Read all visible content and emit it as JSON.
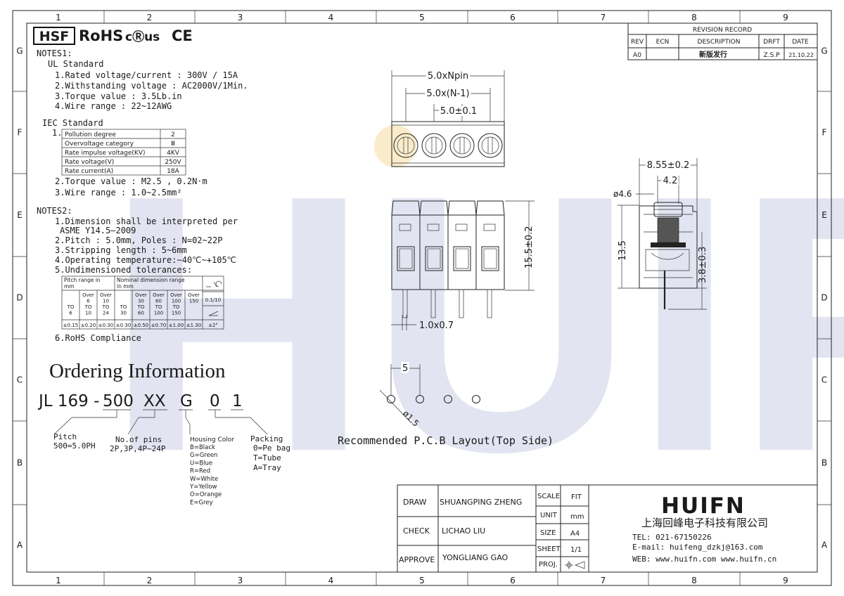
{
  "frame": {
    "columns_top": [
      "1",
      "2",
      "3",
      "4",
      "5",
      "6",
      "7",
      "8",
      "9"
    ],
    "columns_bottom": [
      "1",
      "2",
      "3",
      "4",
      "5",
      "6",
      "7",
      "8",
      "9"
    ],
    "rows": [
      "G",
      "F",
      "E",
      "D",
      "C",
      "B",
      "A"
    ]
  },
  "certs": {
    "hsf": "HSF",
    "rohs": "RoHS",
    "ul": "cⓇus",
    "ce": "CE"
  },
  "notes1": {
    "title": "NOTES1:",
    "ul_title": "UL Standard",
    "ul_items": [
      "1.Rated voltage/current : 300V / 15A",
      "2.Withstanding voltage : AC2000V/1Min.",
      "3.Torque value : 3.5Lb.in",
      "4.Wire range : 22~12AWG"
    ],
    "iec_title": "IEC Standard",
    "iec_num": "1.",
    "iec_table": [
      [
        "Pollution degree",
        "2"
      ],
      [
        "Overvoltage category",
        "Ⅲ"
      ],
      [
        "Rate impulse voltage(KV)",
        "4KV"
      ],
      [
        "Rate voltage(V)",
        "250V"
      ],
      [
        "Rate current(A)",
        "18A"
      ]
    ],
    "iec_items": [
      "2.Torque value : M2.5 , 0.2N·m",
      "3.Wire range : 1.0~2.5mm²"
    ]
  },
  "notes2": {
    "title": "NOTES2:",
    "items": [
      "1.Dimension shall be interpreted per",
      "ASME Y14.5—2009",
      "2.Pitch : 5.0mm, Poles : N=02~22P",
      "3.Stripping length : 5~6mm",
      "4.Operating temperature:−40℃~+105℃",
      "5.Undimensioned tolerances:"
    ],
    "rohs": "6.RoHS Compliance"
  },
  "tol_table": {
    "h_pitch": "Pitch range in",
    "h_pitch2": "mm",
    "h_nominal": "Nominal dimension range",
    "h_nominal2": "in mm",
    "cols": [
      [
        "",
        "",
        "TO",
        "6"
      ],
      [
        "Over",
        "6",
        "TO",
        "10"
      ],
      [
        "Over",
        "10",
        "TO",
        "24"
      ],
      [
        "",
        "",
        "TO",
        "30"
      ],
      [
        "Over",
        "30",
        "TO",
        "60"
      ],
      [
        "Over",
        "60",
        "TO",
        "100"
      ],
      [
        "Over",
        "100",
        "TO",
        "150"
      ],
      [
        "Over",
        "150",
        "",
        ""
      ]
    ],
    "tols": [
      "±0.15",
      "±0.20",
      "±0.30",
      "±0.30",
      "±0.50",
      "±0.70",
      "±1.00",
      "±1.30"
    ],
    "geo1": "0.1/10",
    "geo2": "±2°"
  },
  "ordering": {
    "title": "Ordering Information",
    "parts": [
      "JL 169 -",
      "500",
      "XX",
      "G",
      "0",
      "1"
    ],
    "pitch_title": "Pitch",
    "pitch_val": "500=5.0PH",
    "pins_title": "No.of pins",
    "pins_val": "2P,3P,4P~24P",
    "color_title": "Housing Color",
    "colors": [
      "B=Black",
      "G=Green",
      "U=Blue",
      "R=Red",
      "W=White",
      "Y=Yellow",
      "O=Orange",
      "E=Grey"
    ],
    "pack_title": "Packing",
    "packs": [
      "0=Pe bag",
      "T=Tube",
      "A=Tray"
    ]
  },
  "revision": {
    "title": "REVISION RECORD",
    "headers": [
      "REV",
      "ECN",
      "DESCRIPTION",
      "DRFT",
      "DATE"
    ],
    "row": [
      "A0",
      "",
      "新版发行",
      "Z.S.P",
      "21.10.22"
    ]
  },
  "dims": {
    "top1": "5.0xNpin",
    "top2": "5.0x(N-1)",
    "top3": "5.0±0.1",
    "height": "15.5±0.2",
    "pin": "1.0x0.7",
    "side_w": "8.55±0.2",
    "side_w2": "4.2",
    "side_d": "ø4.6",
    "side_h": "13.5",
    "side_h2": "3.8±0.3",
    "pcb_pitch": "5",
    "pcb_hole": "ø1.5",
    "pcb_caption": "Recommended P.C.B Layout(Top Side)"
  },
  "title_block": {
    "draw_l": "DRAW",
    "draw_v": "SHUANGPING ZHENG",
    "check_l": "CHECK",
    "check_v": "LICHAO  LIU",
    "approve_l": "APPROVE",
    "approve_v": "YONGLIANG GAO",
    "scale_l": "SCALE",
    "scale_v": "FIT",
    "unit_l": "UNIT",
    "unit_v": "mm",
    "size_l": "SIZE",
    "size_v": "A4",
    "sheet_l": "SHEET",
    "sheet_v": "1/1",
    "proj_l": "PROJ.",
    "logo": "HUIFN",
    "company": "上海回峰电子科技有限公司",
    "tel": "TEL: 021-67150226",
    "email": "E-mail: huifeng_dzkj@163.com",
    "web": "WEB: www.huifn.com  www.huifn.cn"
  },
  "watermark": "HUIFN"
}
